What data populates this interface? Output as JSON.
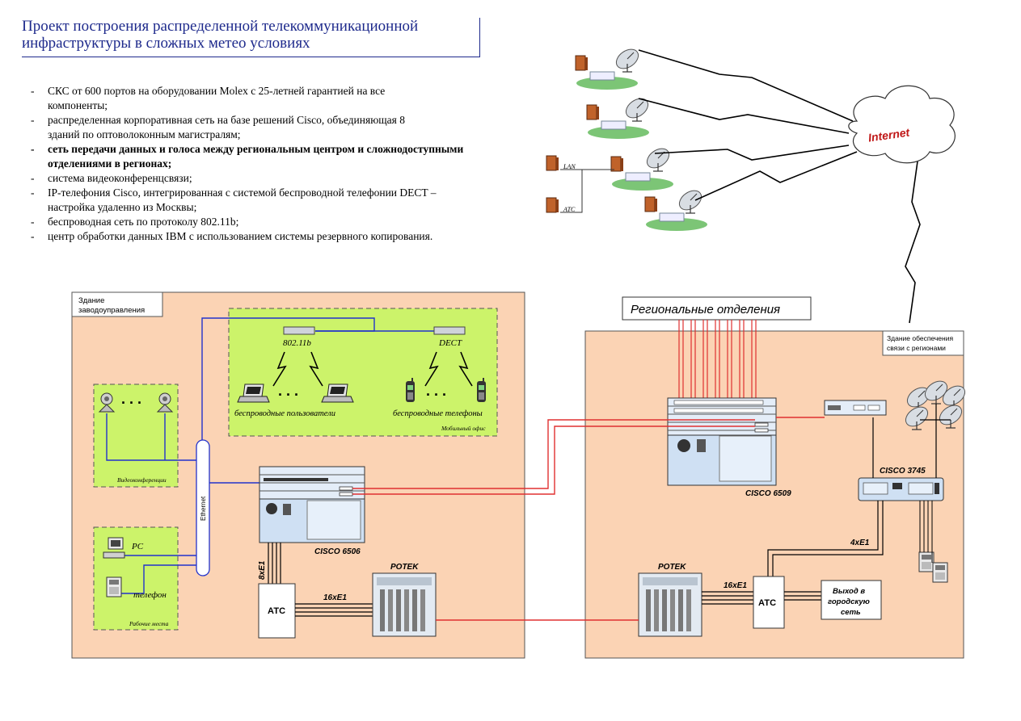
{
  "title": {
    "line1": "Проект построения распределенной телекоммуникационной",
    "line2": "инфраструктуры в сложных метео условиях"
  },
  "bullets": [
    {
      "line1": "СКС от 600 портов на оборудовании Molex с 25-летней гарантией на все",
      "line2": "компоненты;",
      "bold": false
    },
    {
      "line1": "распределенная корпоративная сеть на базе решений Cisco, объединяющая 8",
      "line2": "зданий по оптоволоконным магистралям;",
      "bold": false
    },
    {
      "line1": "сеть передачи данных и голоса между региональным центром и сложнодоступными",
      "line2": "отделениями в регионах;",
      "bold": true
    },
    {
      "line1": "система видеоконференцсвязи;",
      "line2": "",
      "bold": false
    },
    {
      "line1": "IP-телефония Cisco, интегрированная с системой беспроводной телефонии DECT –",
      "line2": "настройка удаленно из Москвы;",
      "bold": false
    },
    {
      "line1": "беспроводная сеть по протоколу 802.11b;",
      "line2": "",
      "bold": false
    },
    {
      "line1": "центр обработки данных IBM с использованием системы резервного копирования.",
      "line2": "",
      "bold": false
    }
  ],
  "internet": {
    "label": "Internet"
  },
  "remote": {
    "lan": "LAN",
    "atc": "ATC"
  },
  "building_left": {
    "label_line1": "Здание",
    "label_line2": "заводоуправления",
    "mobile_office": "Мобильный офис",
    "wifi_label": "802.11b",
    "dect_label": "DECT",
    "wireless_users": "беспроводные пользователи",
    "wireless_phones": "беспроводные телефоны",
    "video_conf": "Видеоконференции",
    "workplaces": "Рабочие места",
    "pc_label": "PC",
    "phone_label": "телефон",
    "ethernet": "Ethernet",
    "switch_label": "CISCO 6506",
    "e1_8": "8xE1",
    "atc": "АТС",
    "e1_16": "16xE1",
    "potek": "POTEK"
  },
  "building_right": {
    "regional_offices": "Региональные отделения",
    "comm_line1": "Здание обеспечения",
    "comm_line2": "связи с регионами",
    "switch_label": "CISCO 6509",
    "router_label": "CISCO 3745",
    "e1_4": "4xE1",
    "e1_16": "16xE1",
    "atc": "АТС",
    "potek": "POTEK",
    "exit_line1": "Выход в",
    "exit_line2": "городскую",
    "exit_line3": "сеть"
  },
  "colors": {
    "title": "#1e2a8c",
    "building_fill": "#fbd3b4",
    "zone_fill": "#ccf36a",
    "blue_line": "#2233cc",
    "red_line": "#e03030",
    "equipment": "#cfe0f3"
  }
}
